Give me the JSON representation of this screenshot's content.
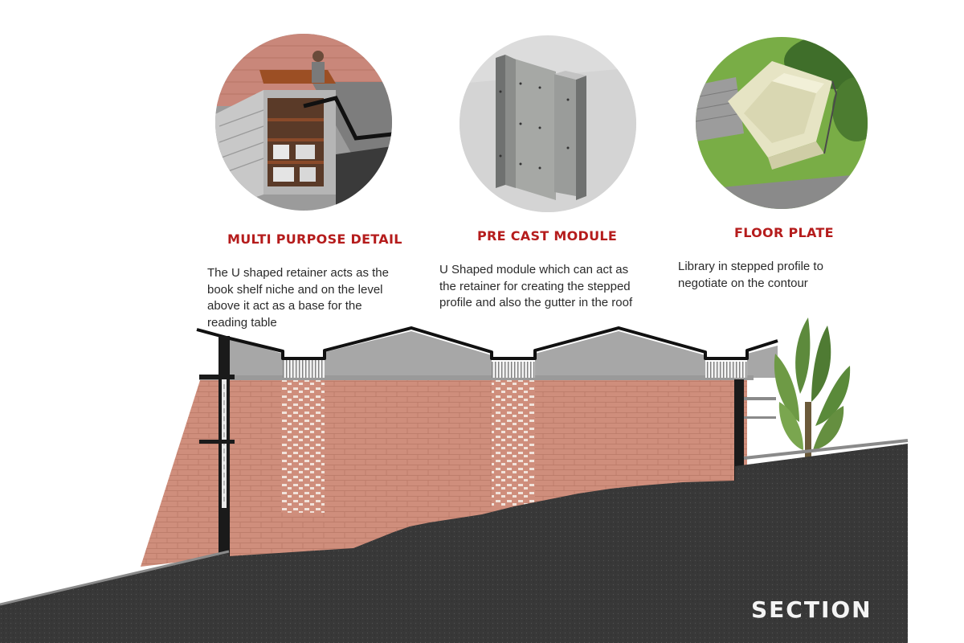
{
  "panels": [
    {
      "title": "MULTI PURPOSE DETAIL",
      "lines": [
        "The U shaped  retainer acts as the",
        "book shelf niche  and on the level",
        "above it act as a base for the",
        "reading table"
      ]
    },
    {
      "title": "PRE CAST MODULE",
      "lines": [
        "U Shaped module which can act as",
        "the retainer for creating the stepped",
        "profile and also the gutter in the roof"
      ]
    },
    {
      "title": "FLOOR PLATE",
      "lines": [
        "Library in stepped profile to",
        "negotiate on the contour"
      ]
    }
  ],
  "section_label": "SECTION",
  "colors": {
    "title_red": "#b51c1c",
    "brick": "#cf8e7c",
    "roof_grey": "#a8a8a8",
    "ground": "#3a3a3a",
    "concrete": "#a7a9a6",
    "grass": "#6ea63b"
  }
}
